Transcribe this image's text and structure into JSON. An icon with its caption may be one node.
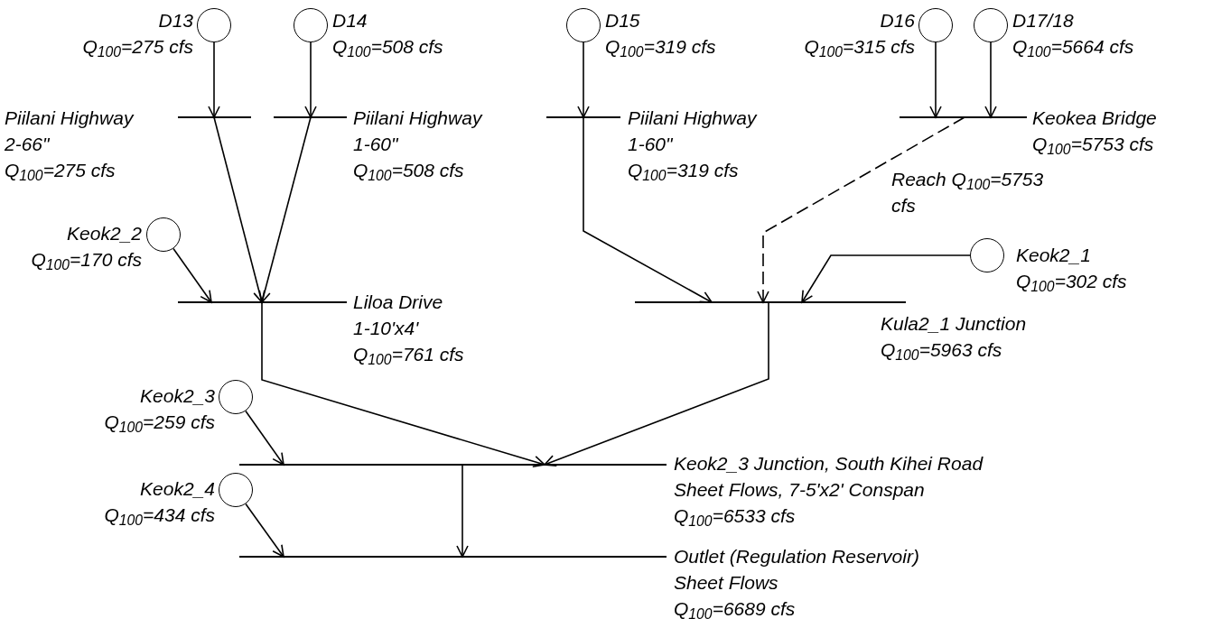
{
  "diagram": {
    "nodes": [
      {
        "text": [],
        "shape": "circle",
        "beside": [
          "D13",
          "Q$_{100}$=275 cfs"
        ]
      },
      {
        "text": [],
        "shape": "circle",
        "beside": [
          "D14",
          "Q$_{100}$=508 cfs"
        ]
      },
      {
        "text": [],
        "shape": "circle",
        "beside": [
          "D15",
          "Q$_{100}$=319 cfs"
        ]
      },
      {
        "text": [],
        "shape": "circle",
        "beside": [
          "D16",
          "Q$_{100}$=315 cfs"
        ]
      },
      {
        "text": [],
        "shape": "circle",
        "beside": [
          "D17/18",
          "Q$_{100}$=5664 cfs"
        ]
      },
      {
        "text": [],
        "shape": "bar",
        "beside": [
          "Piilani Highway",
          "2-66\"",
          "Q$_{100}$=275 cfs"
        ]
      },
      {
        "text": [],
        "shape": "bar",
        "beside": [
          "Piilani Highway",
          "1-60\"",
          "Q$_{100}$=508 cfs"
        ]
      },
      {
        "text": [],
        "shape": "bar",
        "beside": [
          "Piilani Highway",
          "1-60\"",
          "Q$_{100}$=319 cfs"
        ]
      },
      {
        "text": [],
        "shape": "bar",
        "beside": [
          "Keokea Bridge",
          "Q$_{100}$=5753 cfs"
        ]
      },
      {
        "text": [],
        "shape": "circle",
        "beside": [
          "Keok2_2",
          "Q$_{100}$=170 cfs"
        ]
      },
      {
        "text": [],
        "shape": "circle",
        "beside": [
          "Keok2_1",
          "Q$_{100}$=302 cfs"
        ]
      },
      {
        "text": [],
        "shape": "bar",
        "beside": [
          "Liloa Drive",
          "1-10'x4'",
          "Q$_{100}$=761 cfs"
        ]
      },
      {
        "text": [],
        "shape": "bar",
        "beside": [
          "Kula2_1 Junction",
          "Q$_{100}$=5963 cfs"
        ]
      },
      {
        "text": [],
        "shape": "circle",
        "beside": [
          "Keok2_3",
          "Q$_{100}$=259 cfs"
        ]
      },
      {
        "text": [],
        "shape": "circle",
        "beside": [
          "Keok2_4",
          "Q$_{100}$=434 cfs"
        ]
      },
      {
        "text": [],
        "shape": "bar",
        "beside": [
          "Keok2_3 Junction, South Kihei Road",
          "Sheet Flows, 7-5'x2' Conspan",
          "Q$_{100}$=6533 cfs"
        ]
      },
      {
        "text": [],
        "shape": "bar",
        "beside": [
          "Outlet (Regulation Reservoir)",
          "Sheet Flows",
          "Q$_{100}$=6689 cfs"
        ]
      }
    ],
    "edges": [
      {
        "from": 0,
        "to": 5,
        "arrow": "to"
      },
      {
        "from": 1,
        "to": 6,
        "arrow": "to"
      },
      {
        "from": 2,
        "to": 7,
        "arrow": "to"
      },
      {
        "from": 3,
        "to": 8,
        "arrow": "to"
      },
      {
        "from": 4,
        "to": 8,
        "arrow": "to"
      },
      {
        "from": 5,
        "to": 11,
        "arrow": "to"
      },
      {
        "from": 6,
        "to": 11,
        "arrow": "to"
      },
      {
        "from": 9,
        "to": 11,
        "arrow": "to"
      },
      {
        "from": 7,
        "to": 12,
        "arrow": "to"
      },
      {
        "from": 8,
        "to": 12,
        "arrow": "to",
        "style": "dashed",
        "label": "Reach Q$_{100}$=5753 cfs"
      },
      {
        "from": 10,
        "to": 12,
        "arrow": "to"
      },
      {
        "from": 11,
        "to": 15,
        "arrow": "to"
      },
      {
        "from": 12,
        "to": 15,
        "arrow": "to"
      },
      {
        "from": 13,
        "to": 15,
        "arrow": "to"
      },
      {
        "from": 14,
        "to": 16,
        "arrow": "to"
      },
      {
        "from": 15,
        "to": 16,
        "arrow": "to"
      }
    ]
  }
}
